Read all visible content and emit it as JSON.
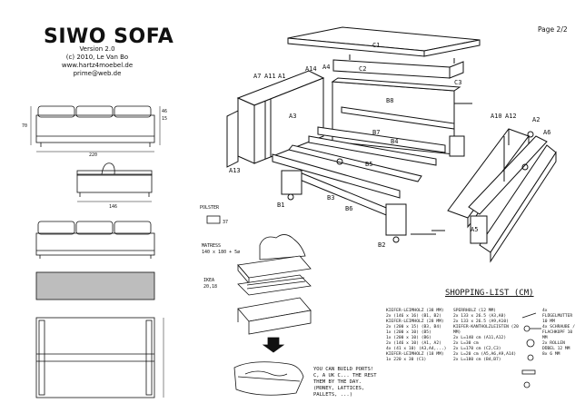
{
  "header": {
    "title": "SIWO SOFA",
    "version": "Version 2.0",
    "copyright": "(c) 2010, Le Van Bo",
    "url": "www.hartz4moebel.de",
    "email": "prime@web.de",
    "page": "Page 2/2"
  },
  "dimensions": {
    "width": "220",
    "depth": "146",
    "h1": "70",
    "h2": "46",
    "h3": "15"
  },
  "parts": [
    "C1",
    "C2",
    "C3",
    "A1",
    "A2",
    "A3",
    "A4",
    "A5",
    "A6",
    "A7",
    "A10",
    "A11",
    "A12",
    "A13",
    "A14",
    "B1",
    "B2",
    "B3",
    "B4",
    "B5",
    "B6",
    "B7",
    "B8"
  ],
  "assembly": {
    "polster": "POLSTER",
    "polster_dim": "37",
    "matress": "MATRESS",
    "matress_dim": "140 x 180 + 5ø",
    "ikea": "IKEA",
    "ikea_dim": "20,18",
    "note": "YOU CAN BUILD PORTS! C, A UK C... THE REST THEM BY THE DAY. (MONEY, LATTICES, PALLETS, ...)"
  },
  "shopping": {
    "title": "SHOPPING-LIST (CM)",
    "col1": [
      "KIEFER-LEIMHOLZ (38 MM)",
      "2x (146 x 16)  (B1, B2)",
      "KIEFER-LEIMHOLZ (28 MM)",
      "2x (200 x 15)  (B3, B4)",
      "1x (200 x 10)  (B5)",
      "1x (200 x 10)  (B6)",
      "2x (146 x 10)  (A1, A2)",
      "4x (41 x 10)   (A3,A4,...)",
      "KIEFER-LEIMHOLZ (18 MM)",
      "1x 220 x 30  (C1)"
    ],
    "col2": [
      "SPERRHOLZ (12 MM)",
      "2x 133 x 26.5  (A3,A8)",
      "2x 133 x 26.5  (A9,A10)",
      "KIEFER-KANTHOLZLEISTEN (20 MM)",
      "2x L=140 cm  (A11,A12)",
      "2x L=30 cm",
      "2x L=170 cm  (C2,C3)",
      "2x L=20 cm  (A5,A6,A9,A14)",
      "2x L=180 cm  (B4,B7)"
    ],
    "col3": [
      "4x FLÜGELMUTTER 10 MM",
      "4x SCHRAUBE / FLACHKOPF 10 MM",
      "2x ROLLEN",
      "DÜBEL  12 MM",
      "8x  6 MM"
    ]
  }
}
